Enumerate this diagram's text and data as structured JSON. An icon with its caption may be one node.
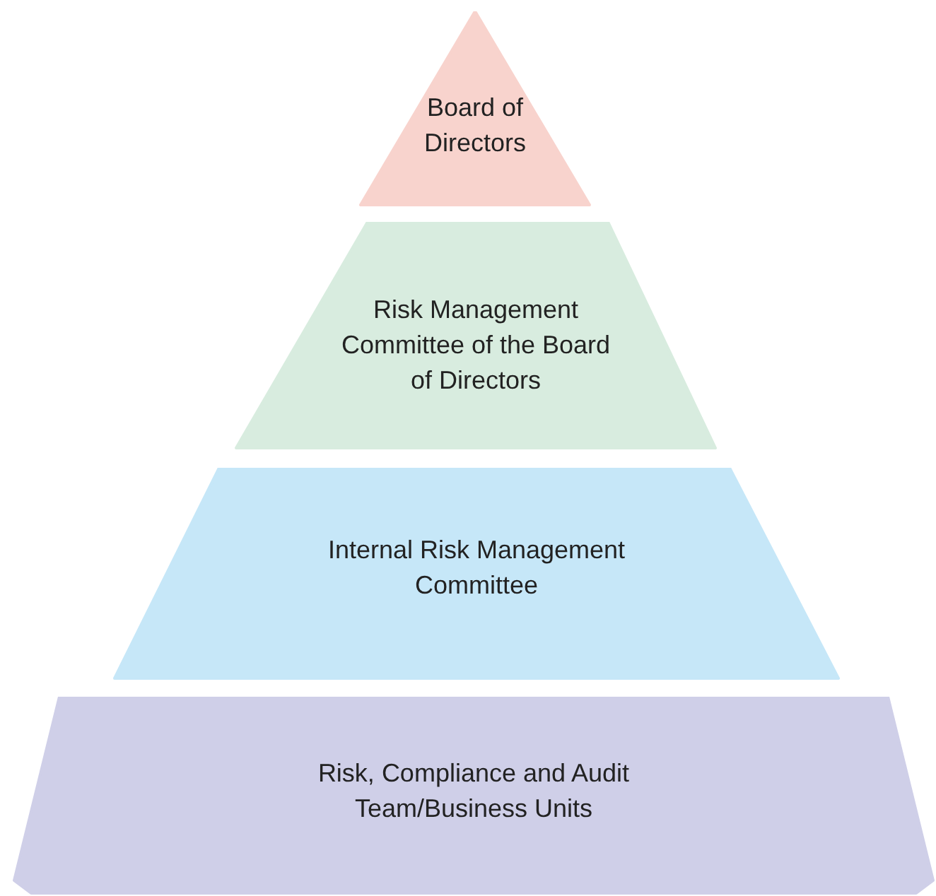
{
  "diagram": {
    "nodes": [
      {
        "text": [
          "Board of Directors"
        ]
      },
      {
        "text": [
          "Risk Management Committee of the Board of Directors"
        ]
      },
      {
        "text": [
          "Internal Risk Management Committee"
        ]
      },
      {
        "text": [
          "Risk, Compliance and Audit Team/Business Units"
        ]
      }
    ]
  }
}
